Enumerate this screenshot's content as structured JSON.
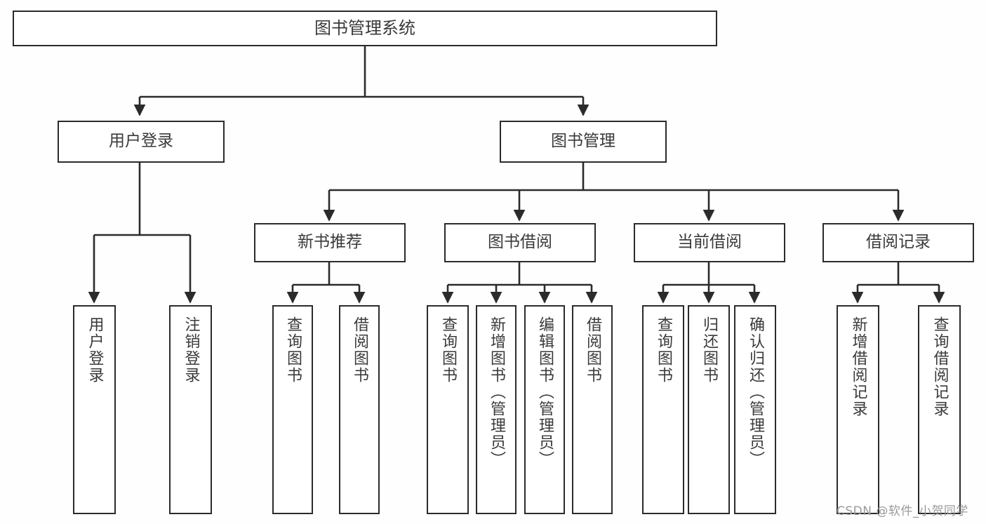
{
  "diagram": {
    "type": "tree",
    "title": "图书管理系统",
    "watermark": "CSDN @软件_小贺同学",
    "colors": {
      "background": "#fefefe",
      "box_fill": "#ffffff",
      "box_border": "#2b2b2b",
      "text": "#3a3a3a",
      "connector": "#2b2b2b",
      "watermark": "#9a9a9a"
    },
    "nodes": {
      "root": {
        "label": "图书管理系统"
      },
      "level2": [
        {
          "label": "用户登录"
        },
        {
          "label": "图书管理"
        }
      ],
      "level3": [
        {
          "label": "新书推荐"
        },
        {
          "label": "图书借阅"
        },
        {
          "label": "当前借阅"
        },
        {
          "label": "借阅记录"
        }
      ],
      "leaves": {
        "user_login": [
          {
            "label": "用户登录"
          },
          {
            "label": "注销登录"
          }
        ],
        "new_book_recommend": [
          {
            "label": "查询图书"
          },
          {
            "label": "借阅图书"
          }
        ],
        "book_borrow": [
          {
            "label": "查询图书"
          },
          {
            "label": "新增图书（管理员）"
          },
          {
            "label": "编辑图书（管理员）"
          },
          {
            "label": "借阅图书"
          }
        ],
        "current_borrow": [
          {
            "label": "查询图书"
          },
          {
            "label": "归还图书"
          },
          {
            "label": "确认归还（管理员）"
          }
        ],
        "borrow_record": [
          {
            "label": "新增借阅记录"
          },
          {
            "label": "查询借阅记录"
          }
        ]
      }
    }
  }
}
